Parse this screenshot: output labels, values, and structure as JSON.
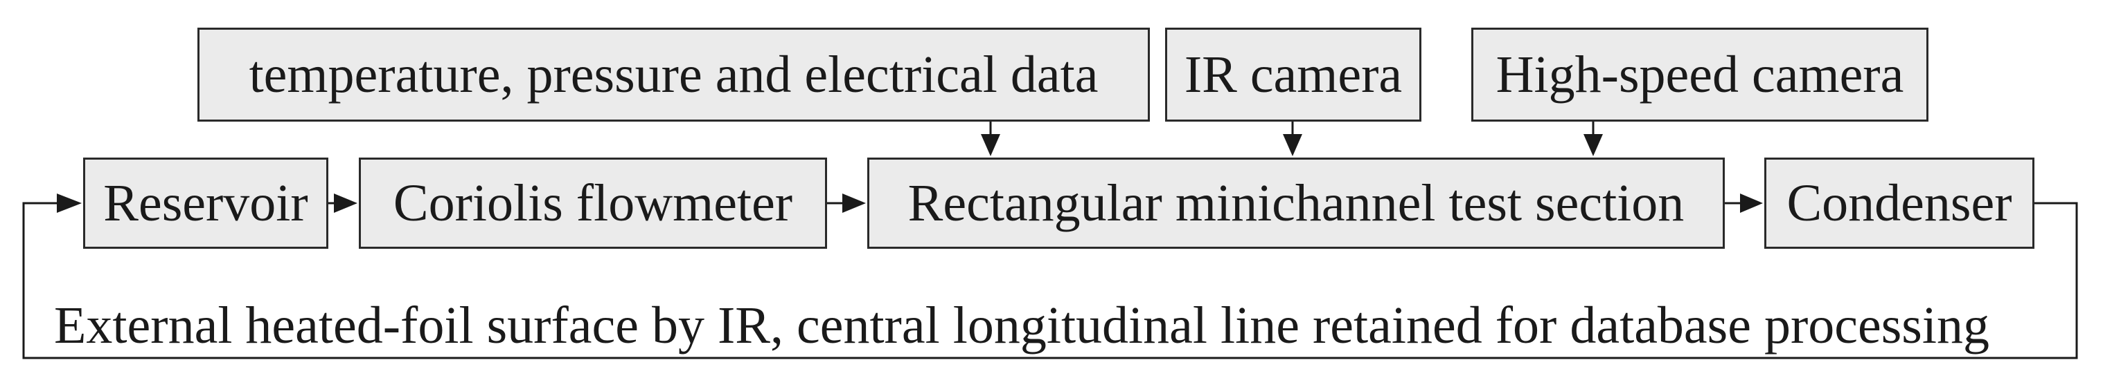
{
  "measurements": {
    "data": "temperature, pressure and electrical data",
    "ir_camera": "IR camera",
    "high_speed_camera": "High-speed camera"
  },
  "loop": {
    "reservoir": "Reservoir",
    "flowmeter": "Coriolis flowmeter",
    "test_section": "Rectangular minichannel test section",
    "condenser": "Condenser"
  },
  "caption": "External heated-foil surface by IR, central longitudinal line retained for database processing",
  "colors": {
    "box_fill": "#ebebeb",
    "stroke": "#2a2a2a",
    "text": "#1a1a1a"
  }
}
